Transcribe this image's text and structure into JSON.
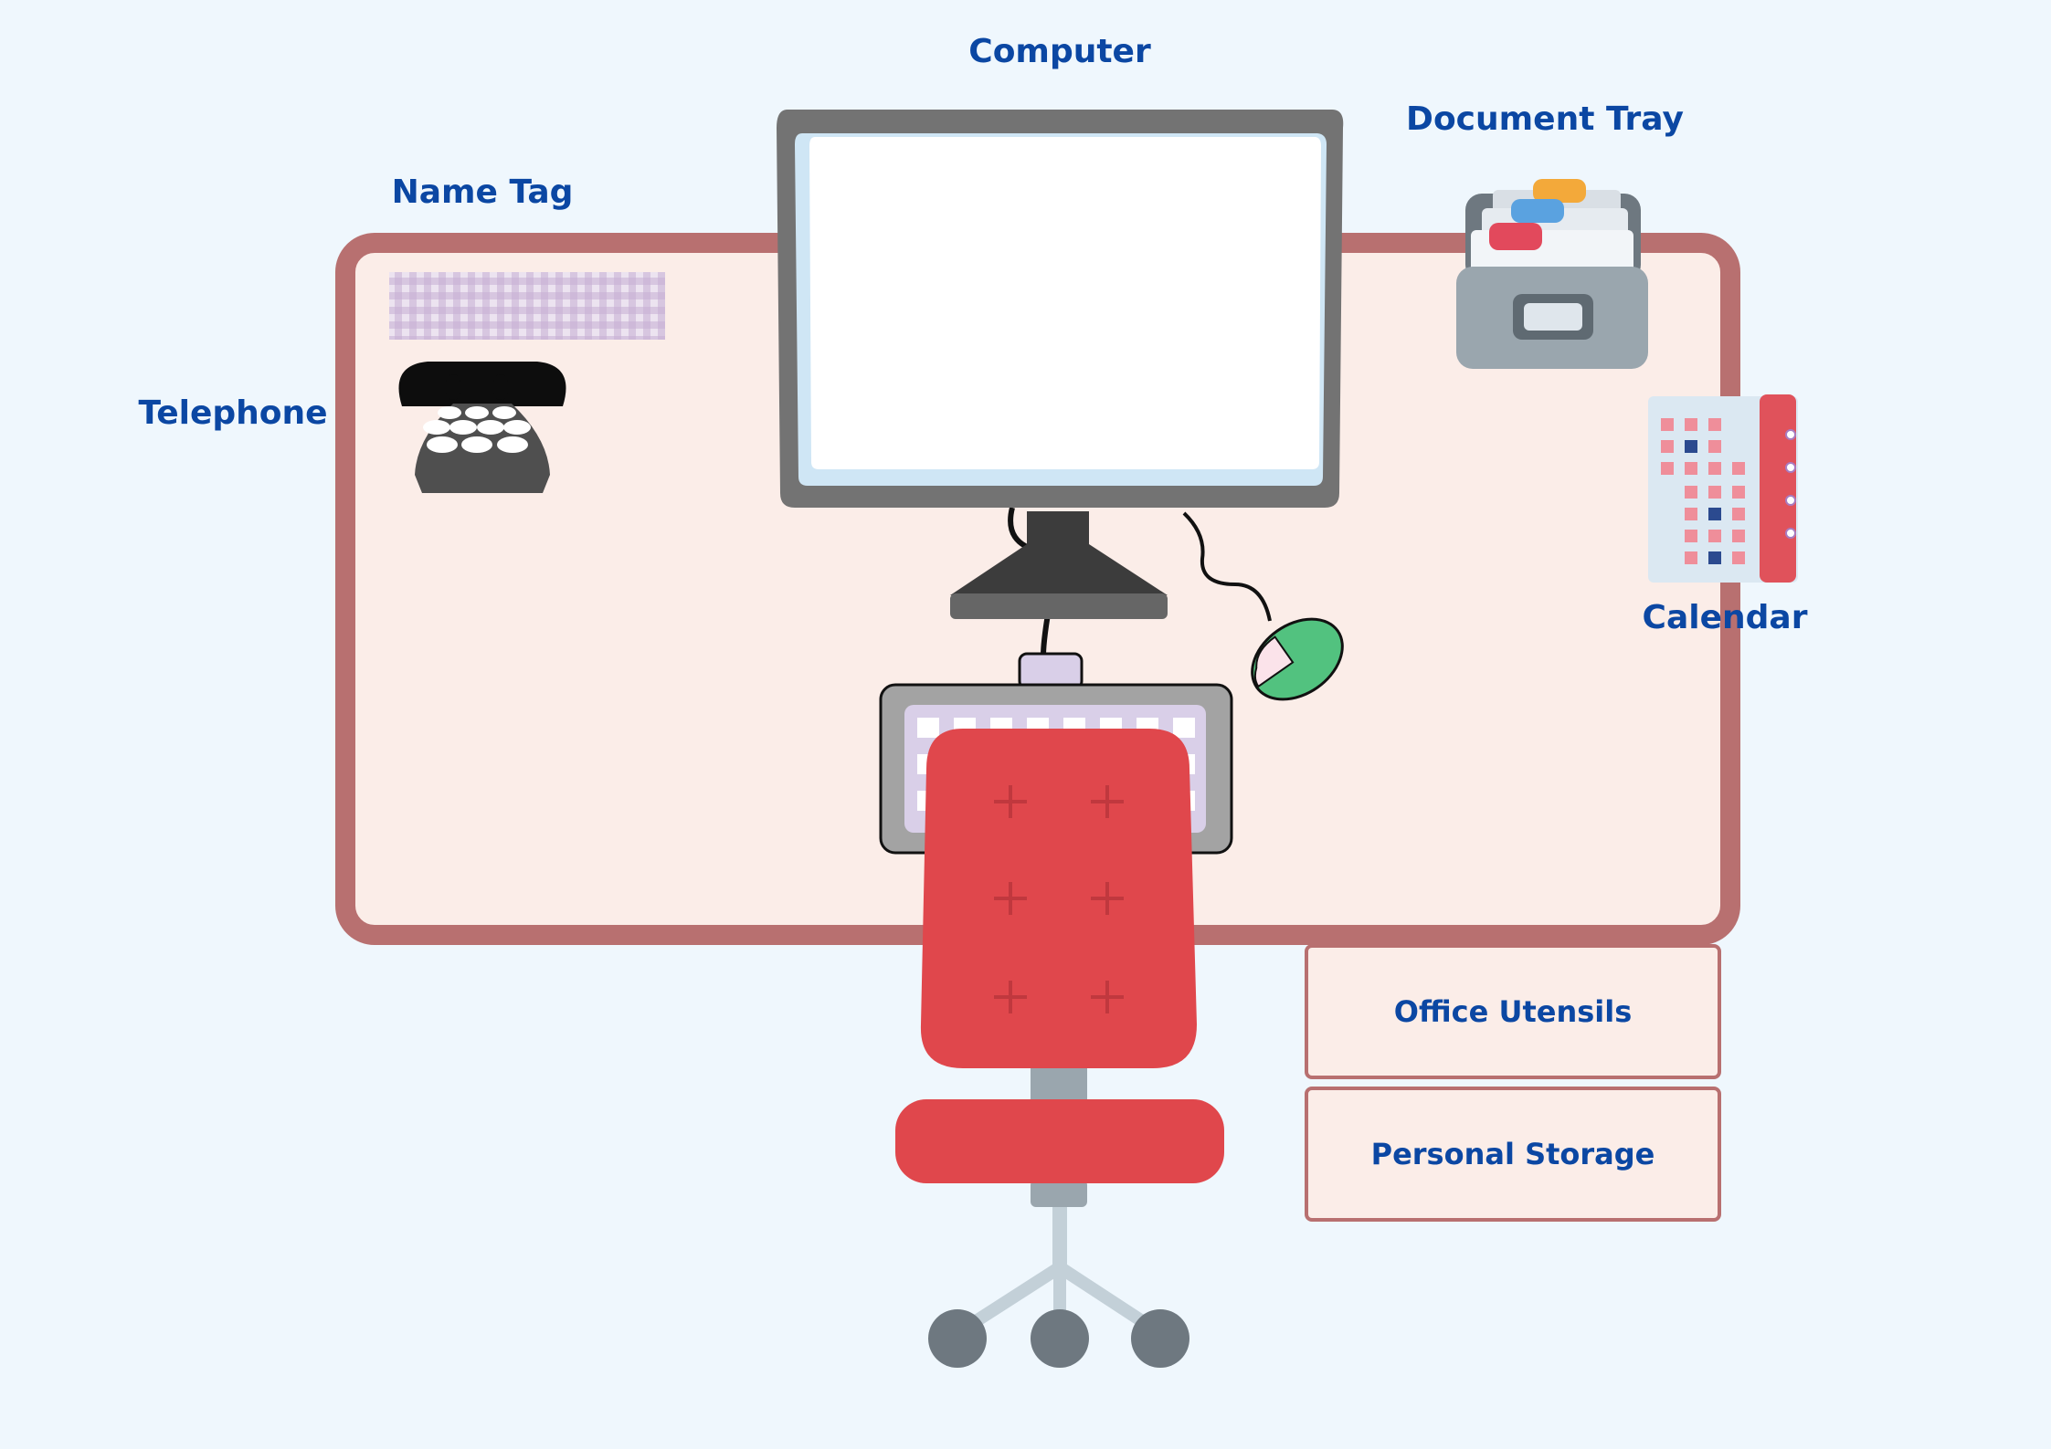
{
  "labels": {
    "computer": "Computer",
    "document_tray": "Document Tray",
    "name_tag": "Name Tag",
    "telephone": "Telephone",
    "calendar": "Calendar"
  },
  "drawers": {
    "office_utensils": "Office Utensils",
    "personal_storage": "Personal Storage"
  },
  "colors": {
    "background": "#eff7fd",
    "desk_fill": "#fbede8",
    "desk_border": "#b87070",
    "label_text": "#0b47a3",
    "chair_red": "#e0474c",
    "monitor_frame": "#737373",
    "mouse_green": "#52c27f"
  },
  "icons": {
    "telephone": "rotary-telephone-icon",
    "document_tray": "card-file-box-icon",
    "calendar": "spiral-calendar-icon",
    "name_tag": "gingham-name-tag-icon"
  }
}
